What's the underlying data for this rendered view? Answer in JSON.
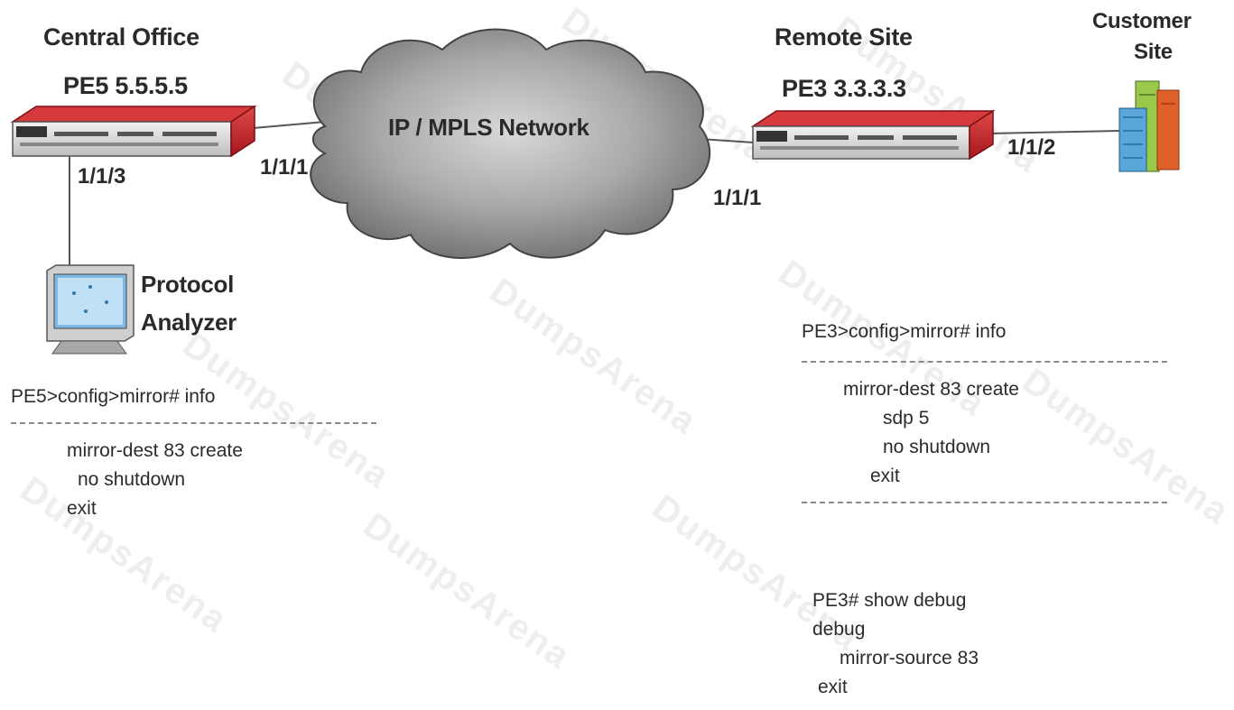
{
  "sites": {
    "central_office": "Central Office",
    "pe5": "PE5 5.5.5.5",
    "remote_site": "Remote Site",
    "pe3": "PE3 3.3.3.3",
    "customer_site_line1": "Customer",
    "customer_site_line2": "Site"
  },
  "network": {
    "cloud_label": "IP / MPLS Network"
  },
  "ports": {
    "pe5_uplink": "1/1/1",
    "pe5_analyzer": "1/1/3",
    "pe3_uplink": "1/1/1",
    "pe3_customer": "1/1/2"
  },
  "analyzer": {
    "line1": "Protocol",
    "line2": "Analyzer"
  },
  "pe5_config": {
    "prompt": "PE5>config>mirror# info",
    "lines": [
      "mirror-dest 83 create",
      "no shutdown",
      "exit"
    ]
  },
  "pe3_config": {
    "prompt": "PE3>config>mirror# info",
    "lines": [
      "mirror-dest 83 create",
      "sdp 5",
      "no shutdown",
      "exit"
    ]
  },
  "pe3_debug": {
    "prompt": "PE3# show debug",
    "lines": [
      "debug",
      "mirror-source 83",
      "exit"
    ]
  },
  "watermark": "DumpsArena",
  "colors": {
    "router_red": "#c8202a",
    "cloud_gray": "#9a9a9a"
  }
}
